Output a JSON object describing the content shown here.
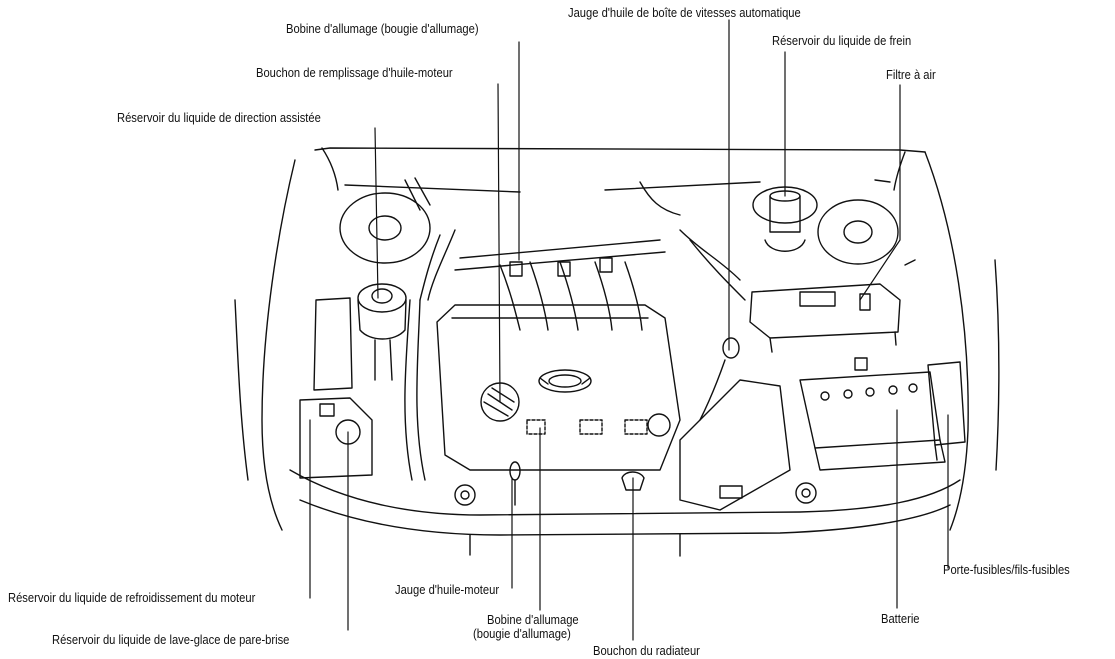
{
  "labels": {
    "ignition_coil_top": "Bobine d'allumage (bougie d'allumage)",
    "at_dipstick": "Jauge d'huile de boîte de vitesses automatique",
    "brake_reservoir": "Réservoir du liquide de frein",
    "oil_filler_cap": "Bouchon de remplissage d'huile-moteur",
    "air_filter": "Filtre à air",
    "power_steering_reservoir": "Réservoir du liquide de direction assistée",
    "fuse_holder": "Porte-fusibles/fils-fusibles",
    "coolant_reservoir": "Réservoir du liquide de refroidissement du moteur",
    "oil_dipstick": "Jauge d'huile-moteur",
    "ignition_coil_bottom_1": "Bobine d'allumage",
    "ignition_coil_bottom_2": "(bougie d'allumage)",
    "battery": "Batterie",
    "washer_reservoir": "Réservoir du liquide de lave-glace de pare-brise",
    "radiator_cap": "Bouchon du radiateur"
  }
}
